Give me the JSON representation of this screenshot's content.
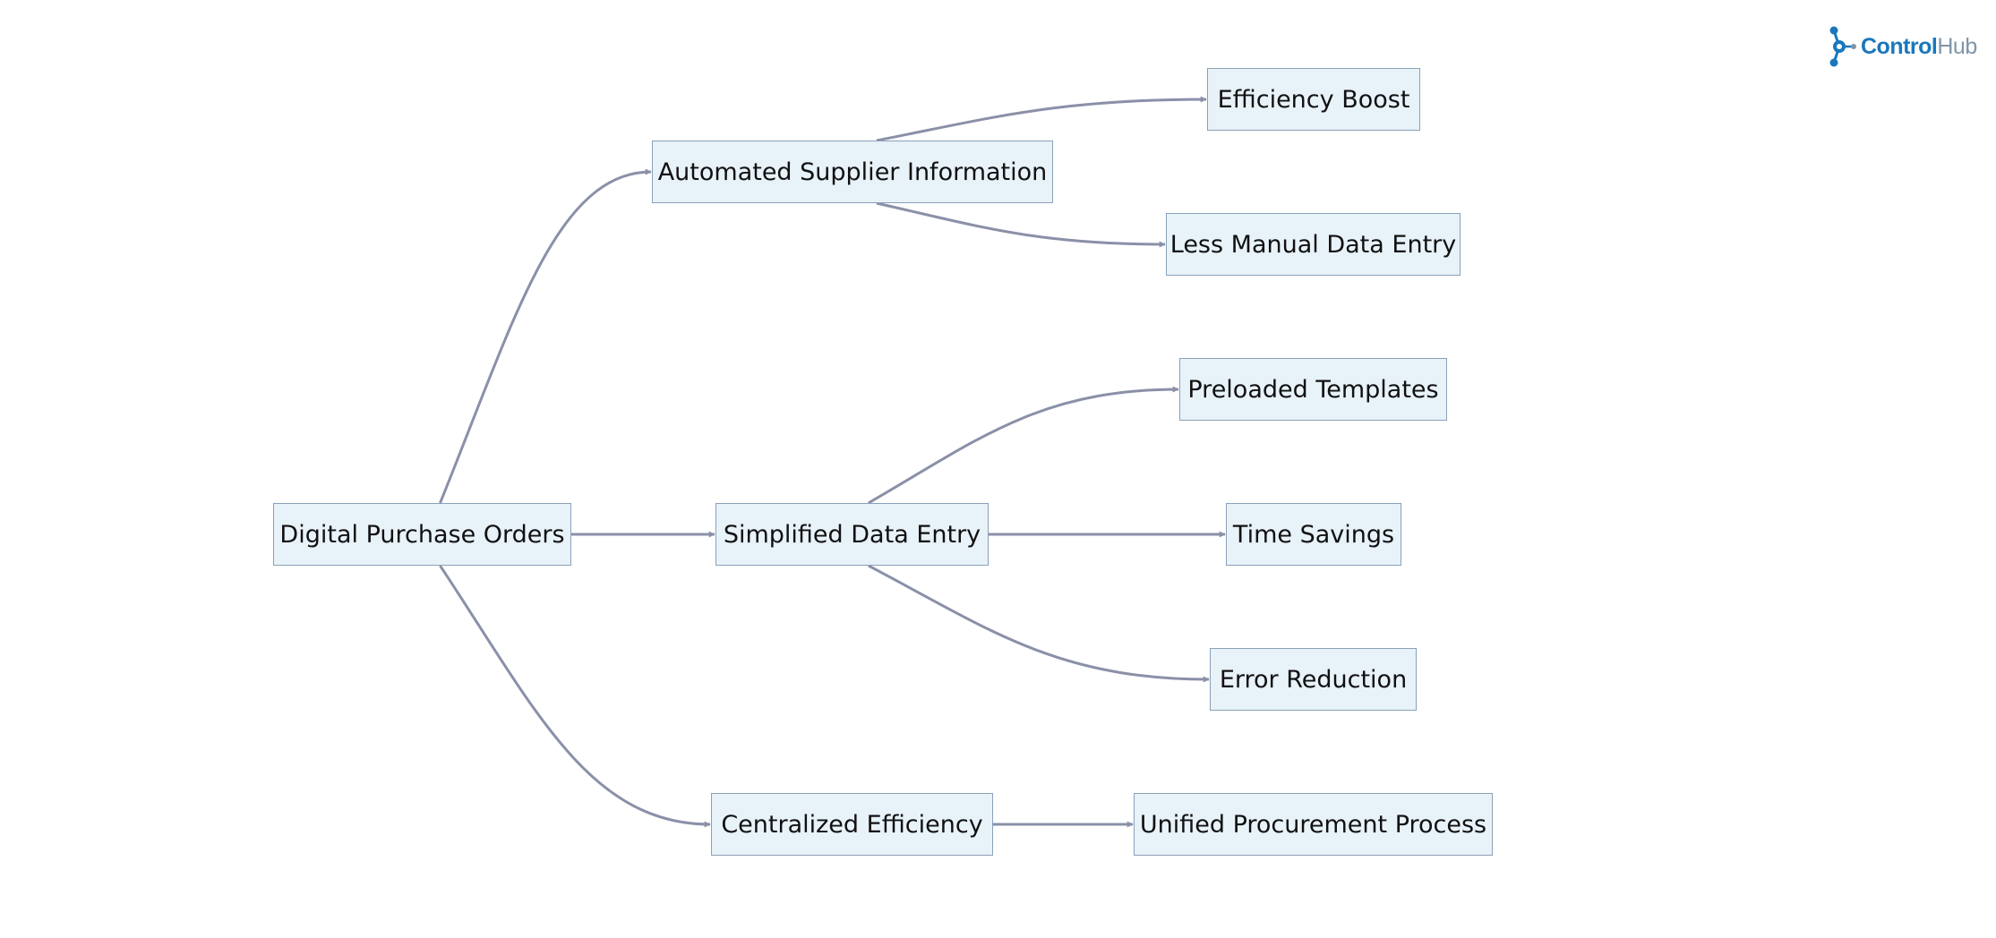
{
  "brand": {
    "part1": "Control",
    "part2": "Hub",
    "accent_color": "#1a77bd",
    "muted_color": "#7f95a8",
    "icon": "network-logo-icon"
  },
  "diagram": {
    "type": "flowchart",
    "colors": {
      "node_fill": "#e8f2f9",
      "node_border": "#8aa1b8",
      "edge": "#8a90a8"
    },
    "nodes": [
      {
        "id": "dpo",
        "label": "Digital Purchase Orders"
      },
      {
        "id": "asi",
        "label": "Automated Supplier Information"
      },
      {
        "id": "sde",
        "label": "Simplified Data Entry"
      },
      {
        "id": "ce",
        "label": "Centralized Efficiency"
      },
      {
        "id": "eb",
        "label": "Efficiency Boost"
      },
      {
        "id": "lmde",
        "label": "Less Manual Data Entry"
      },
      {
        "id": "pt",
        "label": "Preloaded Templates"
      },
      {
        "id": "ts",
        "label": "Time Savings"
      },
      {
        "id": "er",
        "label": "Error Reduction"
      },
      {
        "id": "upp",
        "label": "Unified Procurement Process"
      }
    ],
    "edges": [
      {
        "from": "dpo",
        "to": "asi"
      },
      {
        "from": "dpo",
        "to": "sde"
      },
      {
        "from": "dpo",
        "to": "ce"
      },
      {
        "from": "asi",
        "to": "eb"
      },
      {
        "from": "asi",
        "to": "lmde"
      },
      {
        "from": "sde",
        "to": "pt"
      },
      {
        "from": "sde",
        "to": "ts"
      },
      {
        "from": "sde",
        "to": "er"
      },
      {
        "from": "ce",
        "to": "upp"
      }
    ]
  }
}
